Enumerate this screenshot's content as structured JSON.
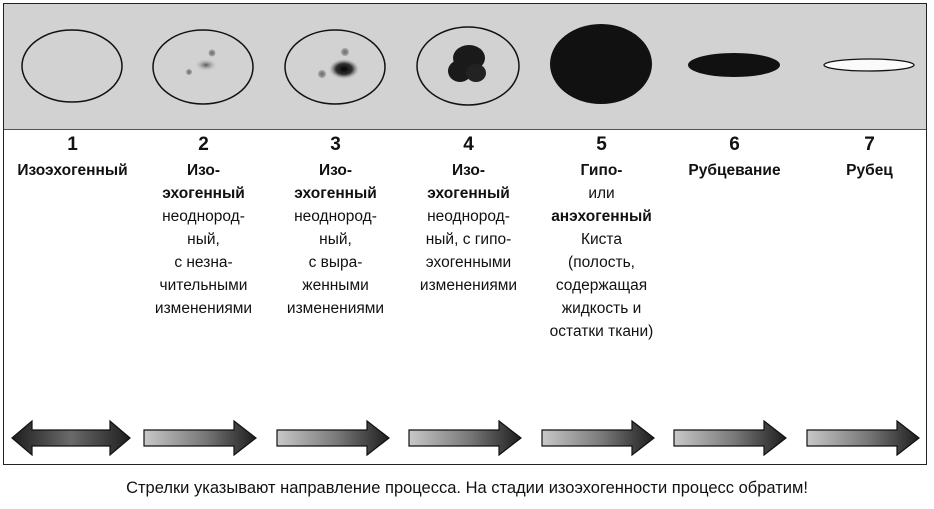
{
  "stages": [
    {
      "number": "1",
      "lines": [
        {
          "t": "Изоэхогенный",
          "bold": true
        }
      ]
    },
    {
      "number": "2",
      "lines": [
        {
          "t": "Изо-",
          "bold": true
        },
        {
          "t": "эхогенный",
          "bold": true
        },
        {
          "t": "неоднород-",
          "bold": false
        },
        {
          "t": "ный,",
          "bold": false
        },
        {
          "t": "с незна-",
          "bold": false
        },
        {
          "t": "чительными",
          "bold": false
        },
        {
          "t": "изменениями",
          "bold": false
        }
      ]
    },
    {
      "number": "3",
      "lines": [
        {
          "t": "Изо-",
          "bold": true
        },
        {
          "t": "эхогенный",
          "bold": true
        },
        {
          "t": "неоднород-",
          "bold": false
        },
        {
          "t": "ный,",
          "bold": false
        },
        {
          "t": "с выра-",
          "bold": false
        },
        {
          "t": "женными",
          "bold": false
        },
        {
          "t": "изменениями",
          "bold": false
        }
      ]
    },
    {
      "number": "4",
      "lines": [
        {
          "t": "Изо-",
          "bold": true
        },
        {
          "t": "эхогенный",
          "bold": true
        },
        {
          "t": "неоднород-",
          "bold": false
        },
        {
          "t": "ный, с гипо-",
          "bold": false
        },
        {
          "t": "эхогенными",
          "bold": false
        },
        {
          "t": "изменениями",
          "bold": false
        }
      ]
    },
    {
      "number": "5",
      "lines": [
        {
          "t": "Гипо-",
          "bold": true
        },
        {
          "t": "или",
          "bold": false
        },
        {
          "t": "анэхогенный",
          "bold": true
        },
        {
          "t": "Киста",
          "bold": false
        },
        {
          "t": "(полость,",
          "bold": false
        },
        {
          "t": "содержащая",
          "bold": false
        },
        {
          "t": "жидкость и",
          "bold": false
        },
        {
          "t": "остатки ткани)",
          "bold": false
        }
      ]
    },
    {
      "number": "6",
      "lines": [
        {
          "t": "Рубцевание",
          "bold": true
        }
      ]
    },
    {
      "number": "7",
      "lines": [
        {
          "t": "Рубец",
          "bold": true
        }
      ]
    }
  ],
  "footer": "Стрелки указывают направление процесса. На стадии изоэхогенности процесс обратим!",
  "colors": {
    "band": "#d2d2d2",
    "dark": "#141414",
    "arrow_light": "#bdbdbd",
    "arrow_dark": "#2a2a2a"
  }
}
